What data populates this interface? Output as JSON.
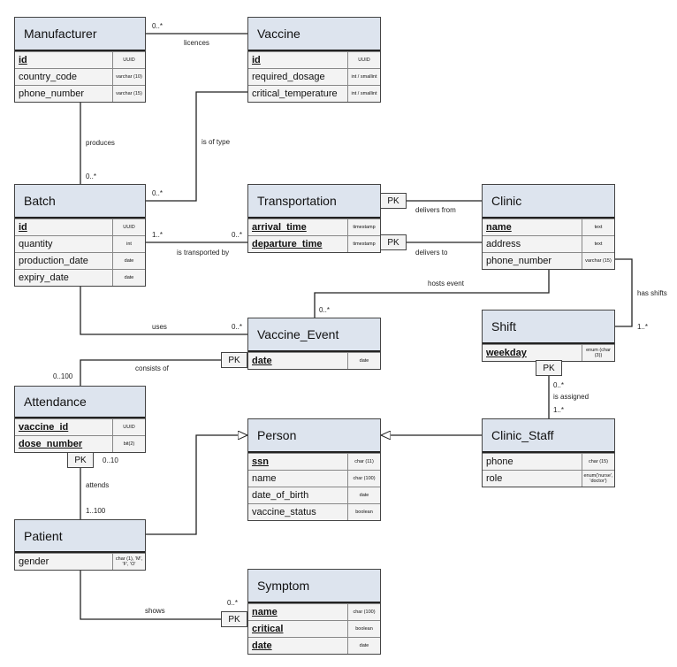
{
  "entities": {
    "manufacturer": {
      "title": "Manufacturer",
      "attributes": [
        {
          "name": "id",
          "type": "UUID",
          "key": true
        },
        {
          "name": "country_code",
          "type": "varchar (10)",
          "key": false
        },
        {
          "name": "phone_number",
          "type": "varchar (15)",
          "key": false
        }
      ]
    },
    "vaccine": {
      "title": "Vaccine",
      "attributes": [
        {
          "name": "id",
          "type": "UUID",
          "key": true
        },
        {
          "name": "required_dosage",
          "type": "int / smallint",
          "key": false
        },
        {
          "name": "critical_temperature",
          "type": "int / smallint",
          "key": false
        }
      ]
    },
    "batch": {
      "title": "Batch",
      "attributes": [
        {
          "name": "id",
          "type": "UUID",
          "key": true
        },
        {
          "name": "quantity",
          "type": "int",
          "key": false
        },
        {
          "name": "production_date",
          "type": "date",
          "key": false
        },
        {
          "name": "expiry_date",
          "type": "date",
          "key": false
        }
      ]
    },
    "transportation": {
      "title": "Transportation",
      "attributes": [
        {
          "name": "arrival_time",
          "type": "timestamp",
          "key": true
        },
        {
          "name": "departure_time",
          "type": "timestamp",
          "key": true
        }
      ]
    },
    "clinic": {
      "title": "Clinic",
      "attributes": [
        {
          "name": "name",
          "type": "text",
          "key": true
        },
        {
          "name": "address",
          "type": "text",
          "key": false
        },
        {
          "name": "phone_number",
          "type": "varchar (15)",
          "key": false
        }
      ]
    },
    "shift": {
      "title": "Shift",
      "attributes": [
        {
          "name": "weekday",
          "type": "enum (char (3))",
          "key": true
        }
      ]
    },
    "vaccine_event": {
      "title": "Vaccine_Event",
      "attributes": [
        {
          "name": "date",
          "type": "date",
          "key": true
        }
      ]
    },
    "attendance": {
      "title": "Attendance",
      "attributes": [
        {
          "name": "vaccine_id",
          "type": "UUID",
          "key": true
        },
        {
          "name": "dose_number",
          "type": "bit(2)",
          "key": true
        }
      ]
    },
    "person": {
      "title": "Person",
      "attributes": [
        {
          "name": "ssn",
          "type": "char (11)",
          "key": true
        },
        {
          "name": "name",
          "type": "char (100)",
          "key": false
        },
        {
          "name": "date_of_birth",
          "type": "date",
          "key": false
        },
        {
          "name": "vaccine_status",
          "type": "boolean",
          "key": false
        }
      ]
    },
    "clinic_staff": {
      "title": "Clinic_Staff",
      "attributes": [
        {
          "name": "phone",
          "type": "char (15)",
          "key": false
        },
        {
          "name": "role",
          "type": "enum('nurse', 'doctor')",
          "key": false
        }
      ]
    },
    "patient": {
      "title": "Patient",
      "attributes": [
        {
          "name": "gender",
          "type": "char (1), 'M', 'F', 'O'",
          "key": false
        }
      ]
    },
    "symptom": {
      "title": "Symptom",
      "attributes": [
        {
          "name": "name",
          "type": "char (100)",
          "key": true
        },
        {
          "name": "critical",
          "type": "boolean",
          "key": true
        },
        {
          "name": "date",
          "type": "date",
          "key": true
        }
      ]
    }
  },
  "pk_label": "PK",
  "relationships": {
    "licences": "licences",
    "produces": "produces",
    "is_of_type": "is of type",
    "is_transported_by": "is transported by",
    "delivers_from": "delivers from",
    "delivers_to": "delivers to",
    "hosts_event": "hosts event",
    "has_shifts": "has shifts",
    "uses": "uses",
    "consists_of": "consists of",
    "is_assigned": "is assigned",
    "attends": "attends",
    "shows": "shows"
  },
  "cardinalities": {
    "manufacturer_vaccine": "0..*",
    "batch_manufacturer": "0..*",
    "batch_vaccine": "0..*",
    "batch_transport": "1..*",
    "transport_batch": "0..*",
    "event_clinic": "0..*",
    "shift_clinic": "1..*",
    "event_batch": "0..*",
    "attendance_event": "0..100",
    "shift_staff": "0..*",
    "staff_shift": "1..*",
    "attendance_patient": "0..10",
    "patient_attendance": "1..100",
    "symptom_patient": "0..*"
  }
}
